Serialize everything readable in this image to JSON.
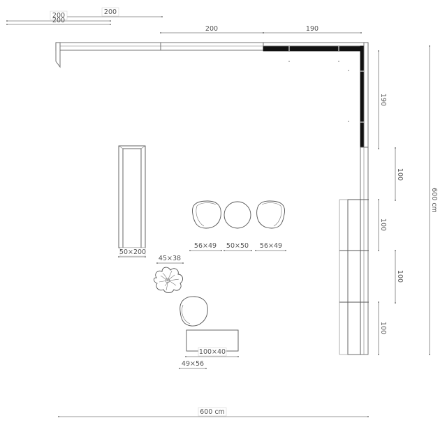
{
  "dimensions": {
    "top_left_200_a": "200",
    "top_left_200_b": "200",
    "top_left_200_c": "200",
    "top_wall_200": "200",
    "top_wall_190": "190",
    "right_190": "190",
    "right_100_a": "100",
    "right_100_b": "100",
    "right_100_c": "100",
    "right_100_d": "100",
    "total_height": "600 cm",
    "total_width": "600 cm"
  },
  "furniture_labels": {
    "bench": "50×200",
    "chair_left": "56×49",
    "round_table": "50×50",
    "chair_right": "56×49",
    "plant": "45×38",
    "table": "100×40",
    "chair_bottom": "49×56"
  }
}
